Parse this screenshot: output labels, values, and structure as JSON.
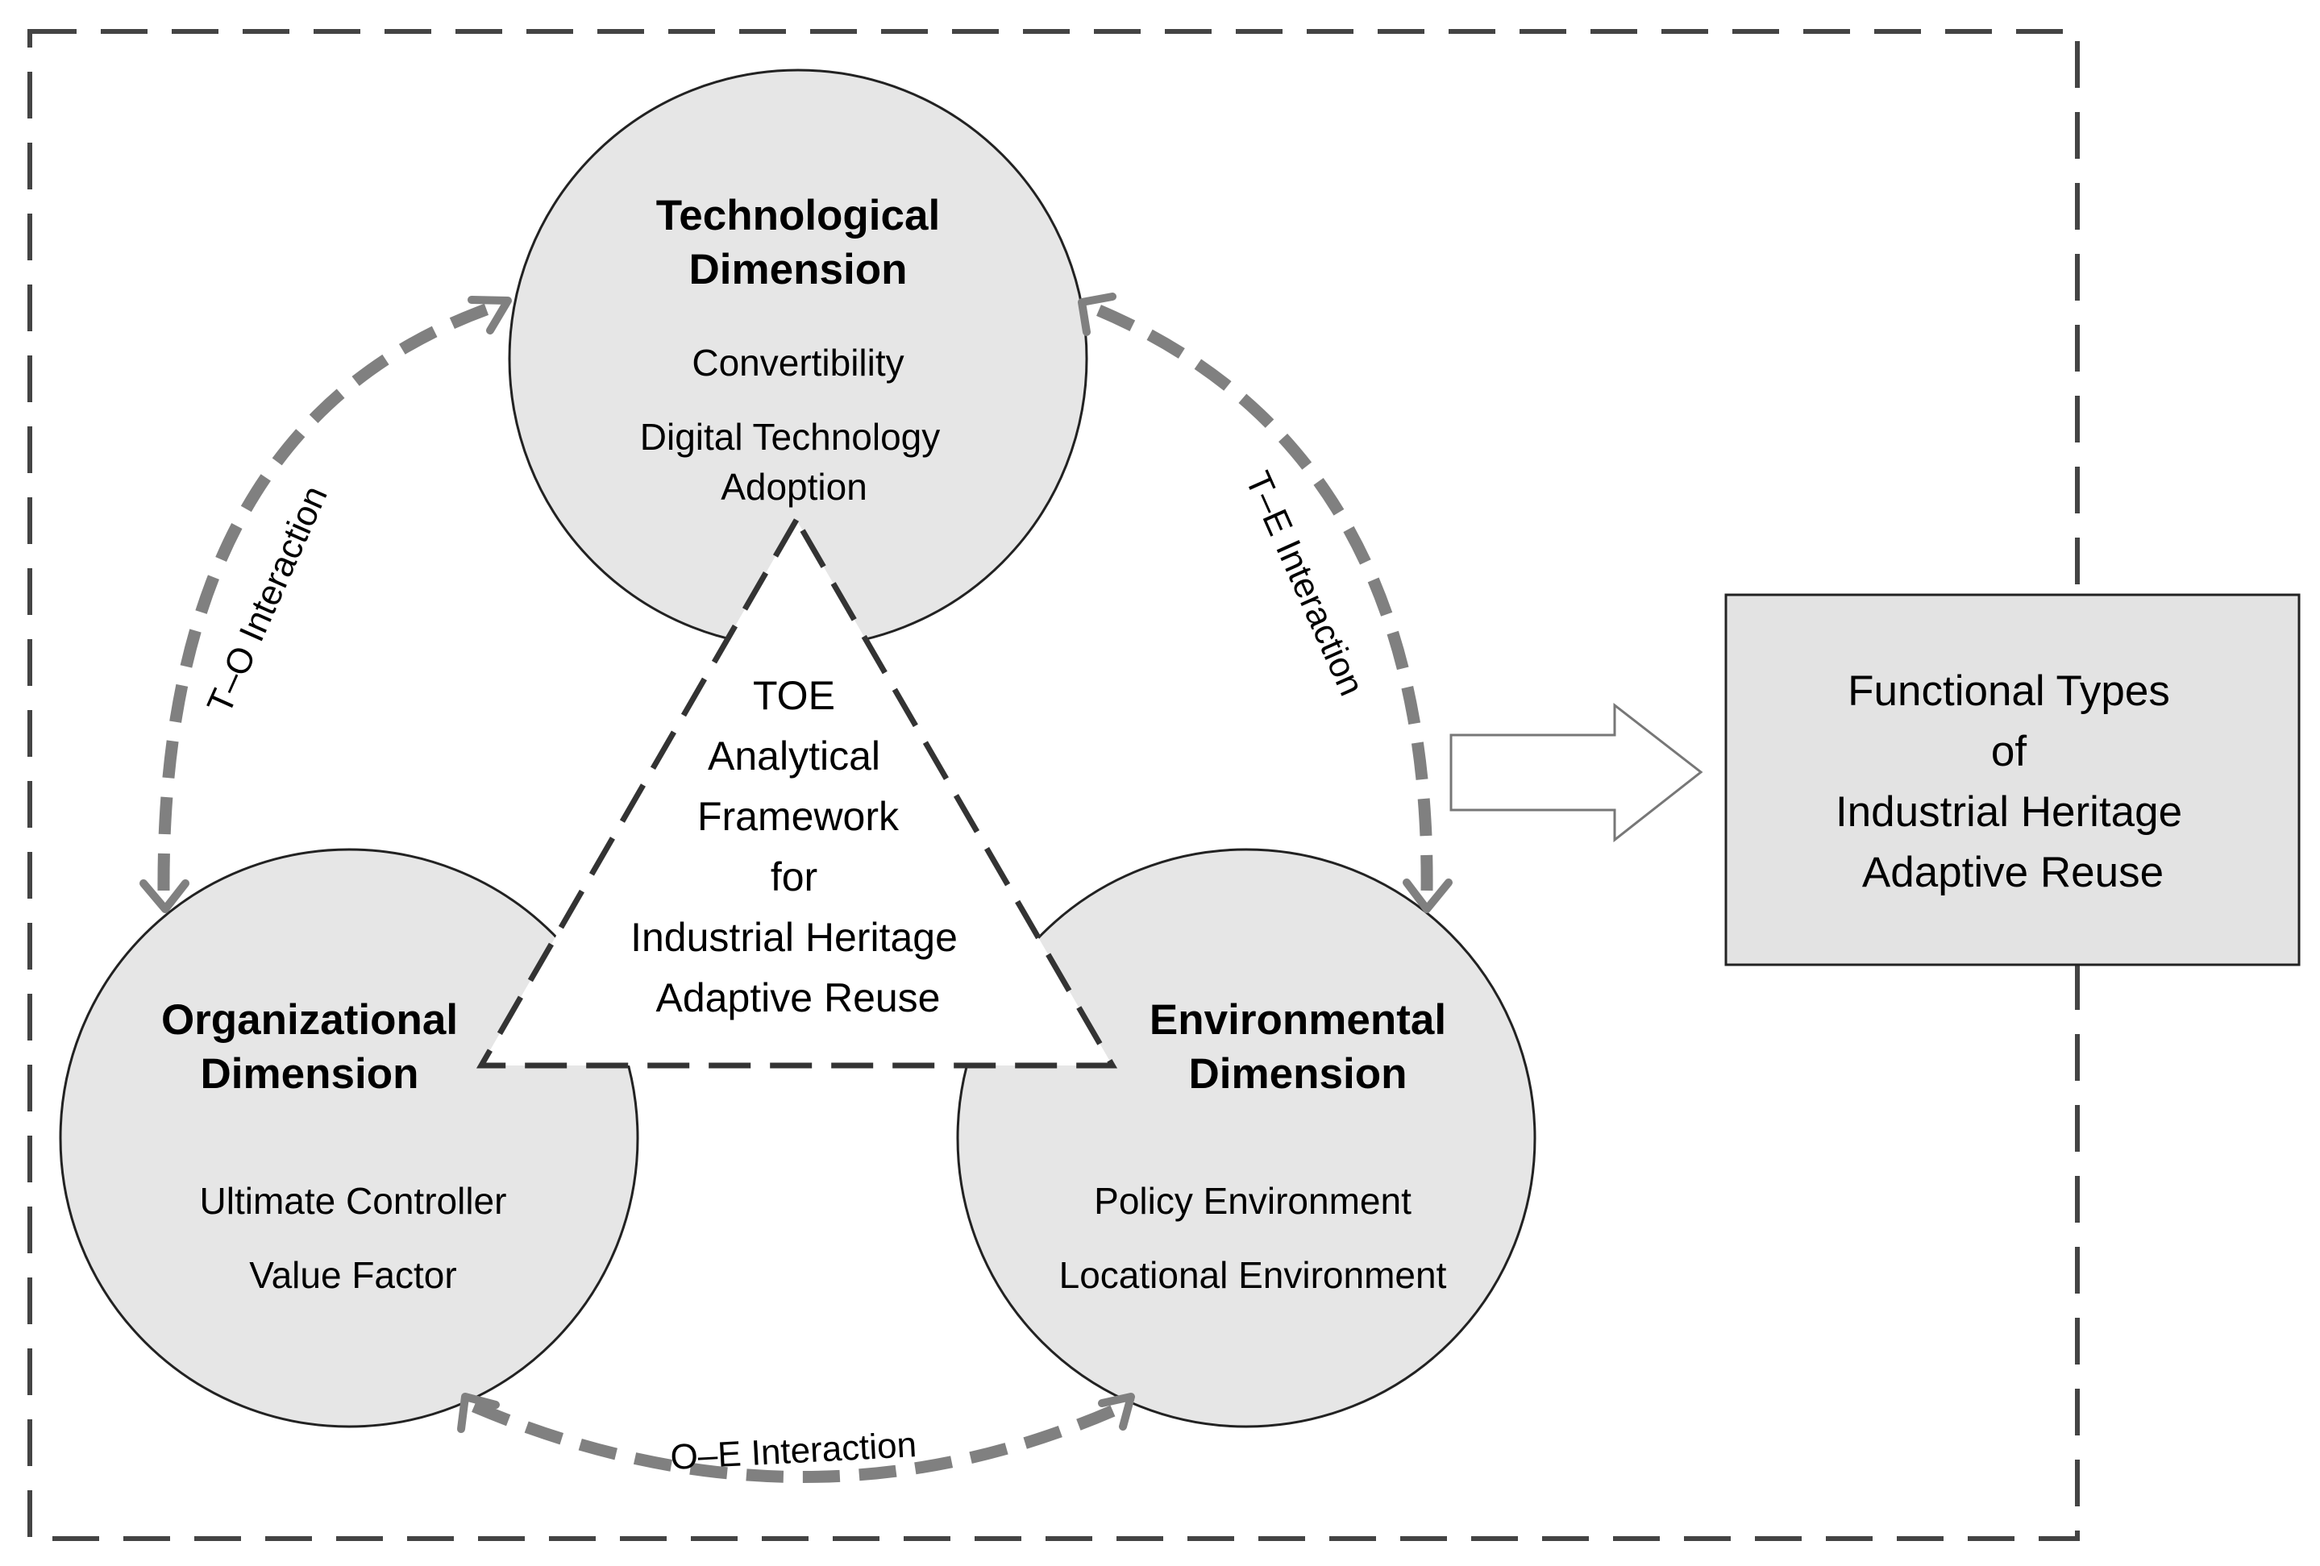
{
  "colors": {
    "circle_fill": "#e6e6e6",
    "outcome_fill": "#e3e3e3",
    "stroke_dark": "#222222",
    "interaction_arrow": "#808080",
    "block_arrow": "#777777",
    "background": "#ffffff"
  },
  "technological": {
    "title_line1": "Technological",
    "title_line2": "Dimension",
    "item1": "Convertibility",
    "item2_line1": "Digital Technology",
    "item2_line2": "Adoption"
  },
  "organizational": {
    "title_line1": "Organizational",
    "title_line2": "Dimension",
    "item1": "Ultimate Controller",
    "item2": "Value Factor"
  },
  "environmental": {
    "title_line1": "Environmental",
    "title_line2": "Dimension",
    "item1": "Policy Environment",
    "item2": "Locational Environment"
  },
  "framework": {
    "line1": "TOE",
    "line2": "Analytical",
    "line3": "Framework",
    "line4": "for",
    "line5": "Industrial Heritage",
    "line6": "Adaptive Reuse"
  },
  "interactions": {
    "to": "T–O Interaction",
    "te": "T–E Interaction",
    "oe": "O–E Interaction"
  },
  "outcome": {
    "line1": "Functional Types",
    "line2": "of",
    "line3": "Industrial Heritage",
    "line4": "Adaptive Reuse"
  }
}
